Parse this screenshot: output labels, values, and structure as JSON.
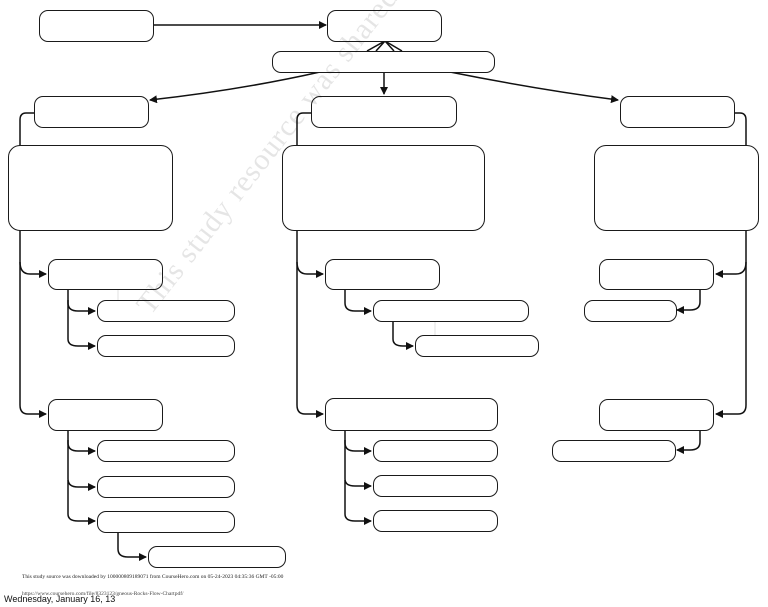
{
  "watermark": "This study resource was shared via CourseHero.com",
  "footer": {
    "download_note": "This study source was downloaded by 100000809189071 from CourseHero.com on 05-24-2023 04:35:36 GMT -05:00",
    "url": "https://www.coursehero.com/file/8323123/gneous-Rocks-Flow-Chartpdf/",
    "date": "Wednesday, January 16, 13"
  }
}
